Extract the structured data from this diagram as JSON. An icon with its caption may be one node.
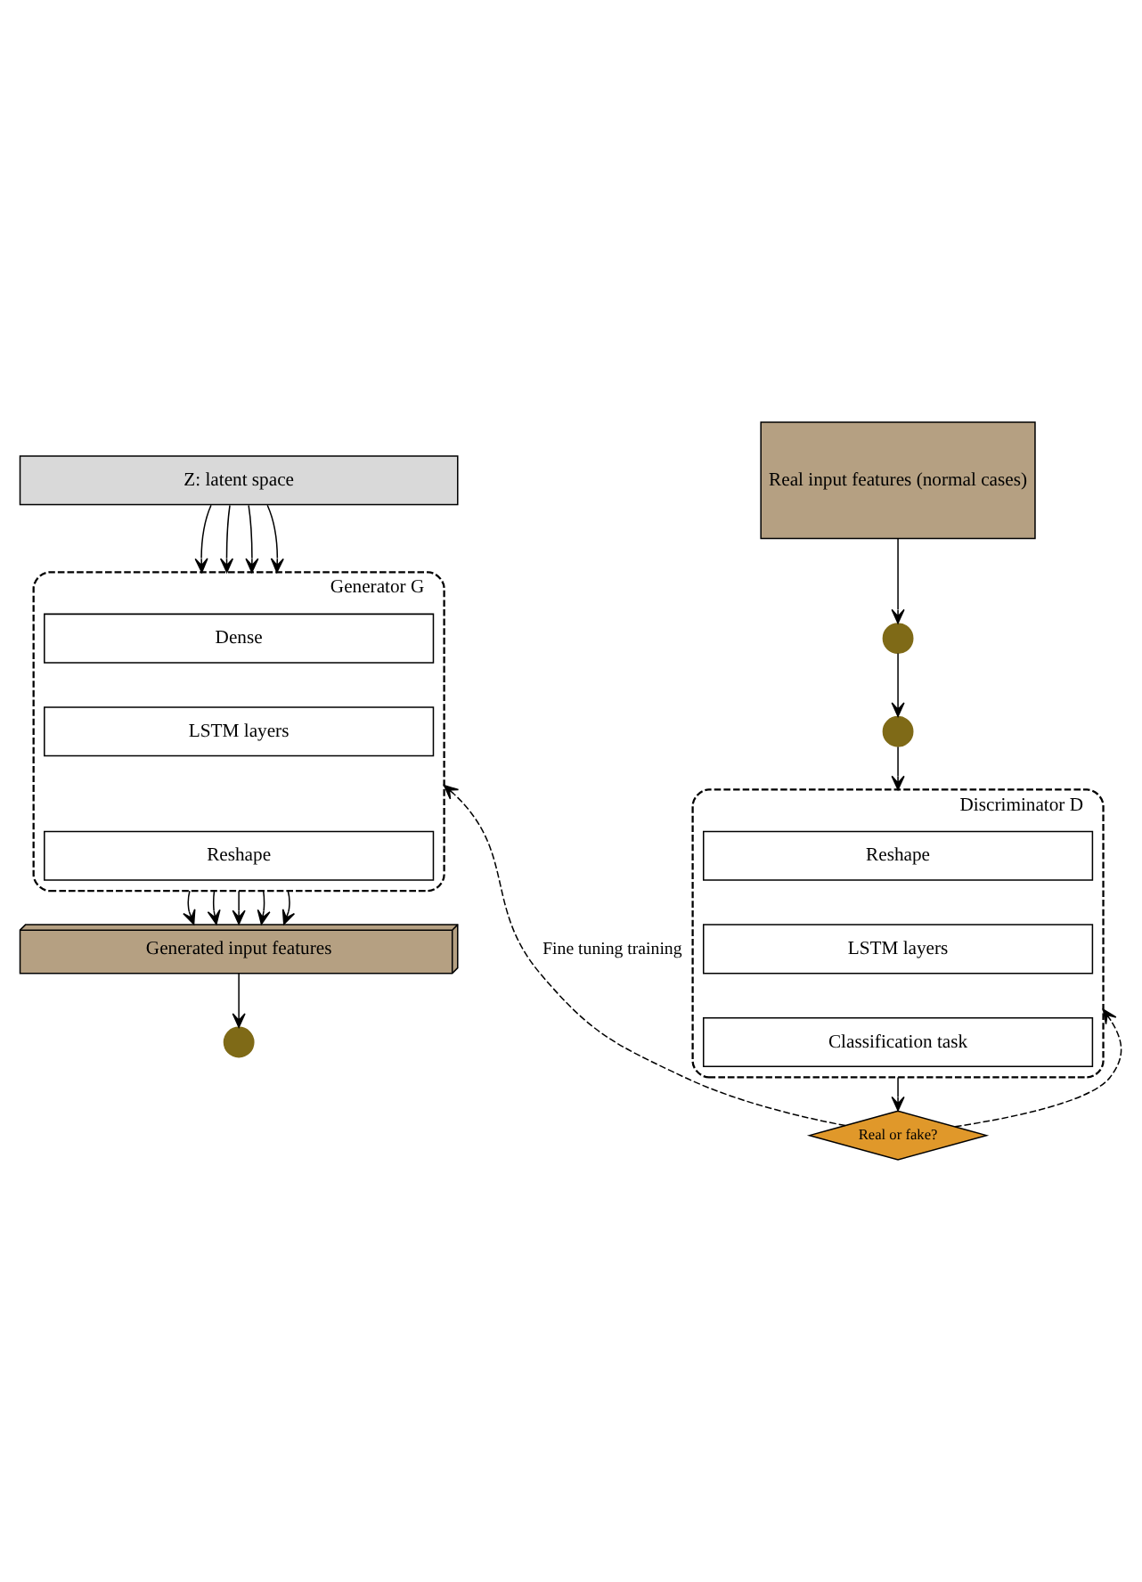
{
  "diagram": {
    "nodes": [
      {
        "text": [
          "Z: latent space"
        ]
      },
      {
        "text": [
          "Generator G"
        ]
      },
      {
        "text": [
          "Dense"
        ],
        "in": 1
      },
      {
        "text": [
          "LSTM layers"
        ],
        "in": 1
      },
      {
        "text": [
          "Reshape"
        ],
        "in": 1
      },
      {
        "text": [
          "Generated input features"
        ]
      },
      {
        "text": [
          "Real input features (normal cases)"
        ]
      },
      {
        "text": [],
        "shape": "circle"
      },
      {
        "text": [],
        "shape": "circle"
      },
      {
        "text": [],
        "shape": "circle"
      },
      {
        "text": [
          "Discriminator D"
        ]
      },
      {
        "text": [
          "Reshape"
        ],
        "in": 10
      },
      {
        "text": [
          "LSTM layers"
        ],
        "in": 10
      },
      {
        "text": [
          "Classification task"
        ],
        "in": 10
      },
      {
        "text": [
          "Real or fake?"
        ]
      }
    ],
    "edges": [
      {
        "from": 0,
        "to": 1,
        "arrow": "to"
      },
      {
        "from": 0,
        "to": 1,
        "arrow": "to"
      },
      {
        "from": 0,
        "to": 1,
        "arrow": "to"
      },
      {
        "from": 0,
        "to": 1,
        "arrow": "to"
      },
      {
        "from": 1,
        "to": 5,
        "arrow": "to"
      },
      {
        "from": 1,
        "to": 5,
        "arrow": "to"
      },
      {
        "from": 1,
        "to": 5,
        "arrow": "to"
      },
      {
        "from": 1,
        "to": 5,
        "arrow": "to"
      },
      {
        "from": 1,
        "to": 5,
        "arrow": "to"
      },
      {
        "from": 5,
        "to": 8,
        "arrow": "to"
      },
      {
        "from": 6,
        "to": 7,
        "arrow": "to"
      },
      {
        "from": 7,
        "to": 9,
        "arrow": "to"
      },
      {
        "from": 9,
        "to": 10,
        "arrow": "to"
      },
      {
        "from": 10,
        "to": 14,
        "arrow": "to"
      },
      {
        "from": 14,
        "to": 1,
        "arrow": "to",
        "label": "Fine tuning training",
        "style": "dashed"
      },
      {
        "from": 14,
        "to": 10,
        "arrow": "to",
        "style": "dashed"
      }
    ]
  }
}
